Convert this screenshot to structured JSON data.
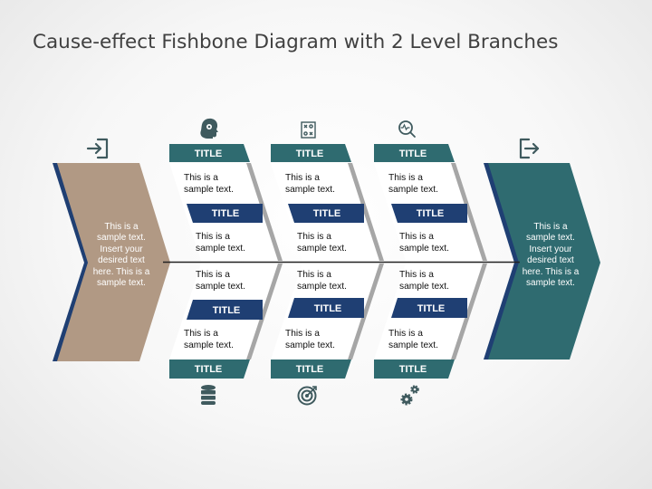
{
  "title": "Cause-effect Fishbone Diagram with 2 Level Branches",
  "left_box": {
    "text": "This is a sample text. Insert your desired text here. This is a sample text."
  },
  "right_box": {
    "text": "This is a sample text. Insert your desired text here. This is a sample text."
  },
  "columns": [
    {
      "top_icon": "head-gears-icon",
      "bottom_icon": "database-icon",
      "top_title": "TITLE",
      "top_mid_title": "TITLE",
      "bottom_mid_title": "TITLE",
      "bottom_title": "TITLE",
      "text1": "This is a sample text.",
      "text2": "This is a sample text.",
      "text3": "This is a sample text.",
      "text4": "This is a sample text."
    },
    {
      "top_icon": "strategy-board-icon",
      "bottom_icon": "target-icon",
      "top_title": "TITLE",
      "top_mid_title": "TITLE",
      "bottom_mid_title": "TITLE",
      "bottom_title": "TITLE",
      "text1": "This is a sample text.",
      "text2": "This is a sample text.",
      "text3": "This is a sample text.",
      "text4": "This is a sample text."
    },
    {
      "top_icon": "magnifier-pulse-icon",
      "bottom_icon": "gears-icon",
      "top_title": "TITLE",
      "top_mid_title": "TITLE",
      "bottom_mid_title": "TITLE",
      "bottom_title": "TITLE",
      "text1": "This is a sample text.",
      "text2": "This is a sample text.",
      "text3": "This is a sample text.",
      "text4": "This is a sample text."
    }
  ],
  "icons": {
    "left": "sign-in-icon",
    "right": "sign-out-icon"
  },
  "colors": {
    "teal": "#2f6b70",
    "navy": "#1f3f73",
    "tan": "#b19984",
    "gray": "#a6a6a6",
    "icon": "#3f5a5e"
  }
}
